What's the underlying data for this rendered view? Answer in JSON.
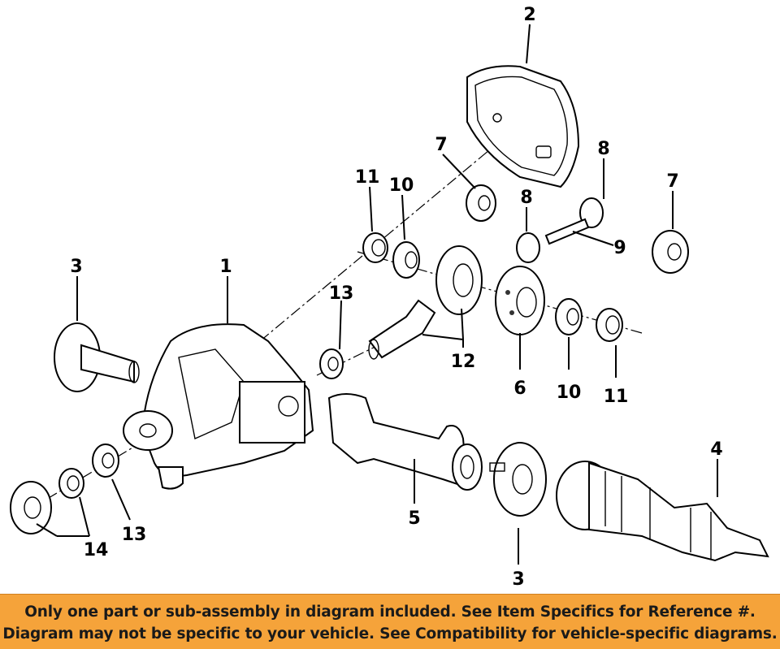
{
  "callouts": [
    {
      "id": "c1",
      "text": "1"
    },
    {
      "id": "c2",
      "text": "2"
    },
    {
      "id": "c3a",
      "text": "3"
    },
    {
      "id": "c3b",
      "text": "3"
    },
    {
      "id": "c4",
      "text": "4"
    },
    {
      "id": "c5",
      "text": "5"
    },
    {
      "id": "c6",
      "text": "6"
    },
    {
      "id": "c7a",
      "text": "7"
    },
    {
      "id": "c7b",
      "text": "7"
    },
    {
      "id": "c8a",
      "text": "8"
    },
    {
      "id": "c8b",
      "text": "8"
    },
    {
      "id": "c9",
      "text": "9"
    },
    {
      "id": "c10a",
      "text": "10"
    },
    {
      "id": "c10b",
      "text": "10"
    },
    {
      "id": "c11a",
      "text": "11"
    },
    {
      "id": "c11b",
      "text": "11"
    },
    {
      "id": "c12",
      "text": "12"
    },
    {
      "id": "c13a",
      "text": "13"
    },
    {
      "id": "c13b",
      "text": "13"
    },
    {
      "id": "c14",
      "text": "14"
    }
  ],
  "banner": {
    "line1": "Only one part or sub-assembly in diagram included. See Item Specifics for Reference #.",
    "line2": "Diagram may not be specific to your vehicle. See Compatibility for vehicle-specific diagrams.",
    "background": "#f5a33a"
  }
}
